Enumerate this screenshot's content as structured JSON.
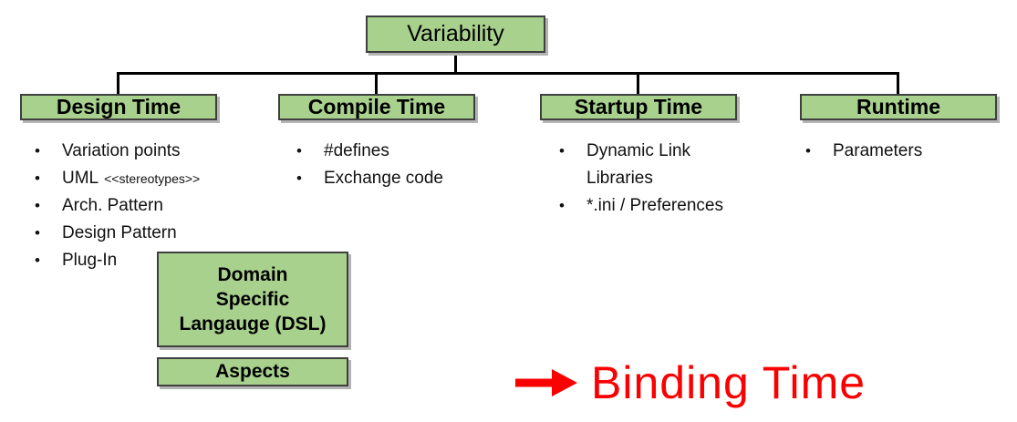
{
  "colors": {
    "box_fill": "#a9d18e",
    "box_border": "#3f3f3f",
    "connector": "#000000",
    "accent_red": "#fb0000",
    "text": "#111111"
  },
  "glyphs": {
    "bullet": "•"
  },
  "tree": {
    "root": {
      "label": "Variability"
    },
    "branches": [
      {
        "label": "Design Time",
        "items": [
          {
            "text": "Variation points"
          },
          {
            "text": "UML",
            "small": "<<stereotypes>>"
          },
          {
            "text": "Arch. Pattern"
          },
          {
            "text": "Design Pattern"
          },
          {
            "text": "Plug-In"
          }
        ]
      },
      {
        "label": "Compile Time",
        "items": [
          {
            "text": "#defines"
          },
          {
            "text": "Exchange code"
          }
        ]
      },
      {
        "label": "Startup Time",
        "items": [
          {
            "text": "Dynamic Link Libraries"
          },
          {
            "text": "*.ini / Preferences"
          }
        ]
      },
      {
        "label": "Runtime",
        "items": [
          {
            "text": "Parameters"
          }
        ]
      }
    ]
  },
  "extra": {
    "dsl_label": "Domain\nSpecific\nLangauge (DSL)",
    "aspects_label": "Aspects"
  },
  "binding": {
    "label": "Binding Time"
  }
}
